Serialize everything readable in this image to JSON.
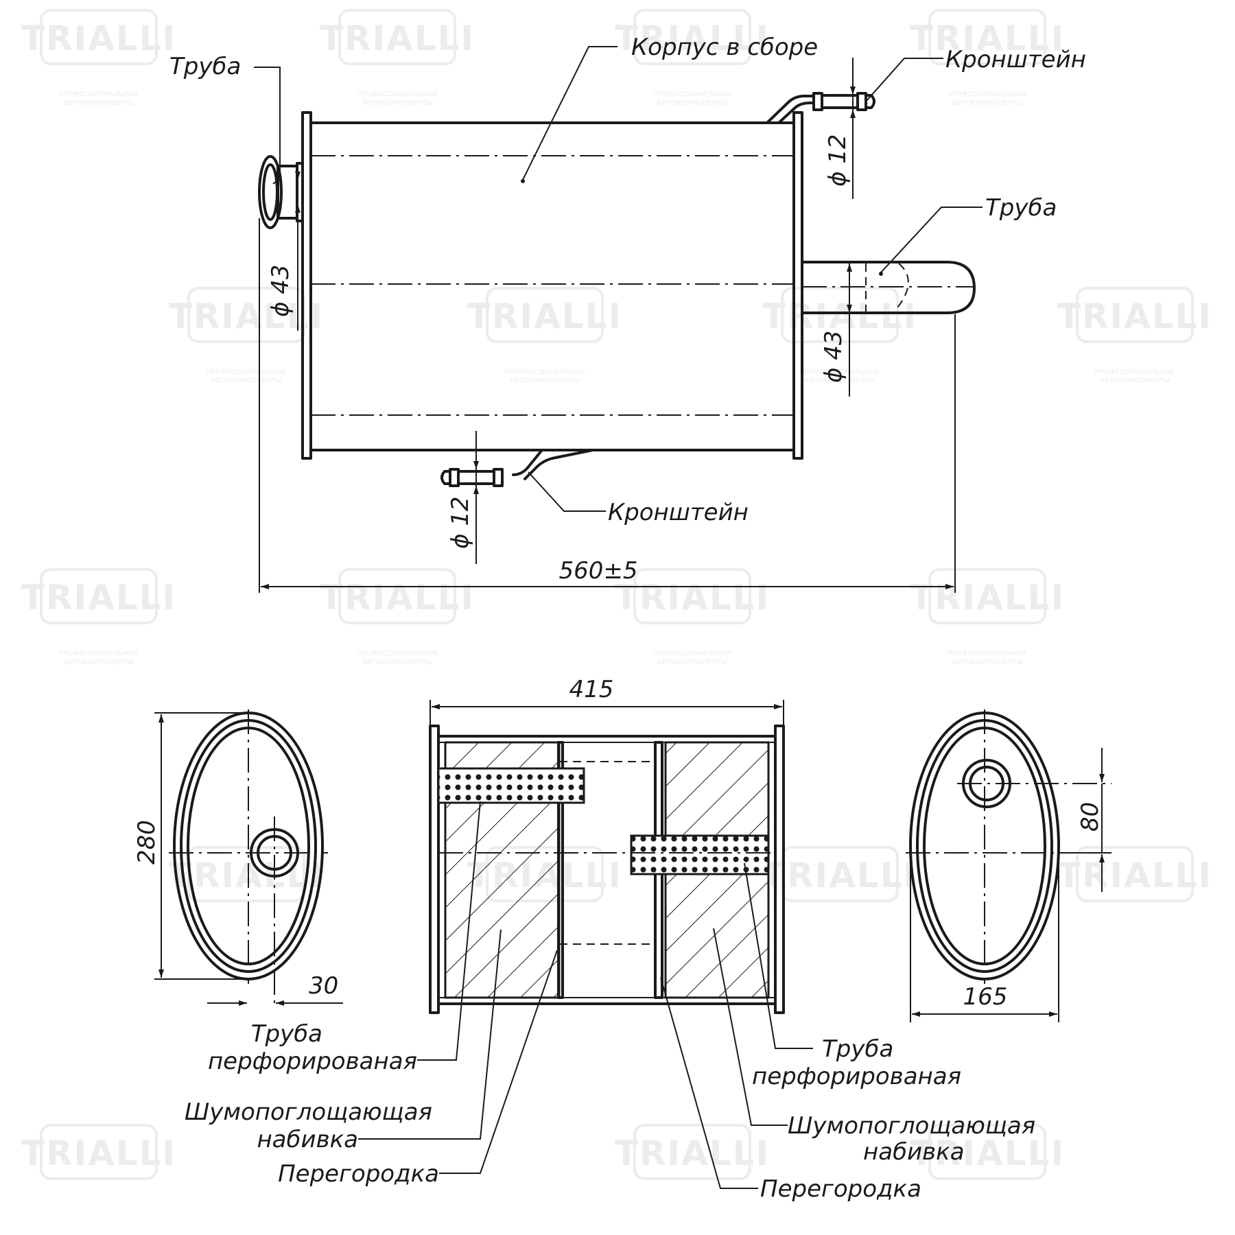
{
  "watermark": {
    "brand": "TRIALLI",
    "sub_line1": "ПРОФЕССИОНАЛЬНЫЕ",
    "sub_line2": "АВТОКОМПОНЕНТЫ"
  },
  "top_view": {
    "labels": {
      "pipe_left": "Труба",
      "body": "Корпус в сборе",
      "bracket_top": "Кронштейн",
      "pipe_right": "Труба",
      "bracket_bottom": "Кронштейн"
    },
    "dimensions": {
      "inlet_dia": "ϕ 43",
      "outlet_dia": "ϕ 43",
      "bracket_top_dia": "ϕ 12",
      "bracket_bottom_dia": "ϕ 12",
      "overall_length": "560±5"
    }
  },
  "bottom_views": {
    "dimensions": {
      "height": "280",
      "offset_30": "30",
      "body_length": "415",
      "offset_80": "80",
      "width": "165"
    },
    "labels": {
      "perf_pipe_left_1": "Труба",
      "perf_pipe_left_2": "перфорированая",
      "packing_left_1": "Шумопоглощающая",
      "packing_left_2": "набивка",
      "baffle_left": "Перегородка",
      "perf_pipe_right_1": "Труба",
      "perf_pipe_right_2": "перфорированая",
      "packing_right_1": "Шумопоглощающая",
      "packing_right_2": "набивка",
      "baffle_right": "Перегородка"
    }
  }
}
